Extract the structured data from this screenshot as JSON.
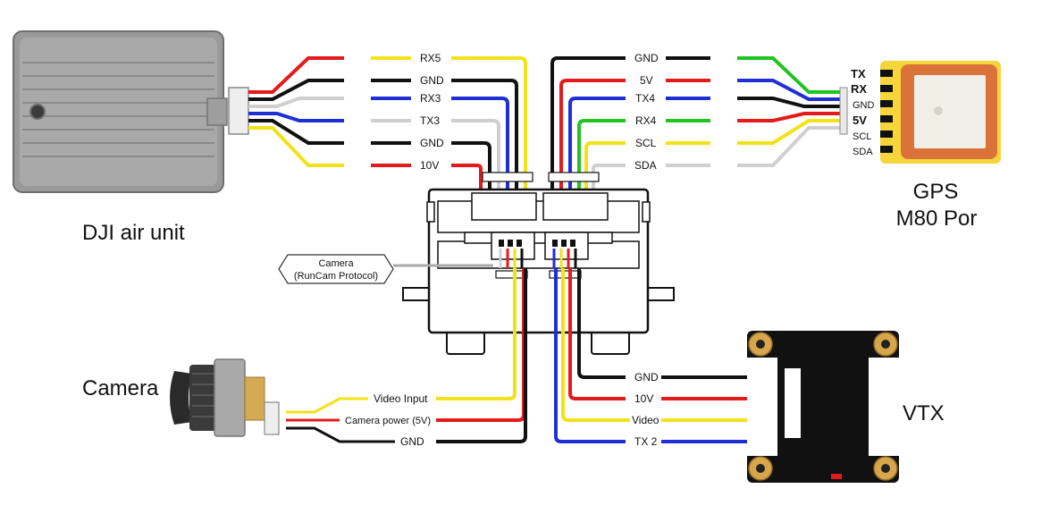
{
  "labels": {
    "air_unit": "DJI air unit",
    "gps_line1": "GPS",
    "gps_line2": "M80  Por",
    "camera": "Camera",
    "vtx": "VTX",
    "callout_line1": "Camera",
    "callout_line2": "(RunCam Protocol)"
  },
  "air_unit_wires": [
    "RX5",
    "GND",
    "RX3",
    "TX3",
    "GND",
    "10V"
  ],
  "gps_wires": [
    "GND",
    "5V",
    "TX4",
    "RX4",
    "SCL",
    "SDA"
  ],
  "gps_pins": [
    "TX",
    "RX",
    "GND",
    "5V",
    "SCL",
    "SDA"
  ],
  "camera_wires": [
    "Video Input",
    "Camera power (5V)",
    "GND"
  ],
  "vtx_wires": [
    "GND",
    "10V",
    "Video",
    "TX 2"
  ],
  "colors": {
    "red": "#e31b1b",
    "black": "#111111",
    "blue": "#1f2fd6",
    "green": "#22c322",
    "yellow": "#f2e21a",
    "white_wire": "#cfcfcf",
    "gps_board": "#f6d43a",
    "gps_antenna": "#d9733a"
  }
}
